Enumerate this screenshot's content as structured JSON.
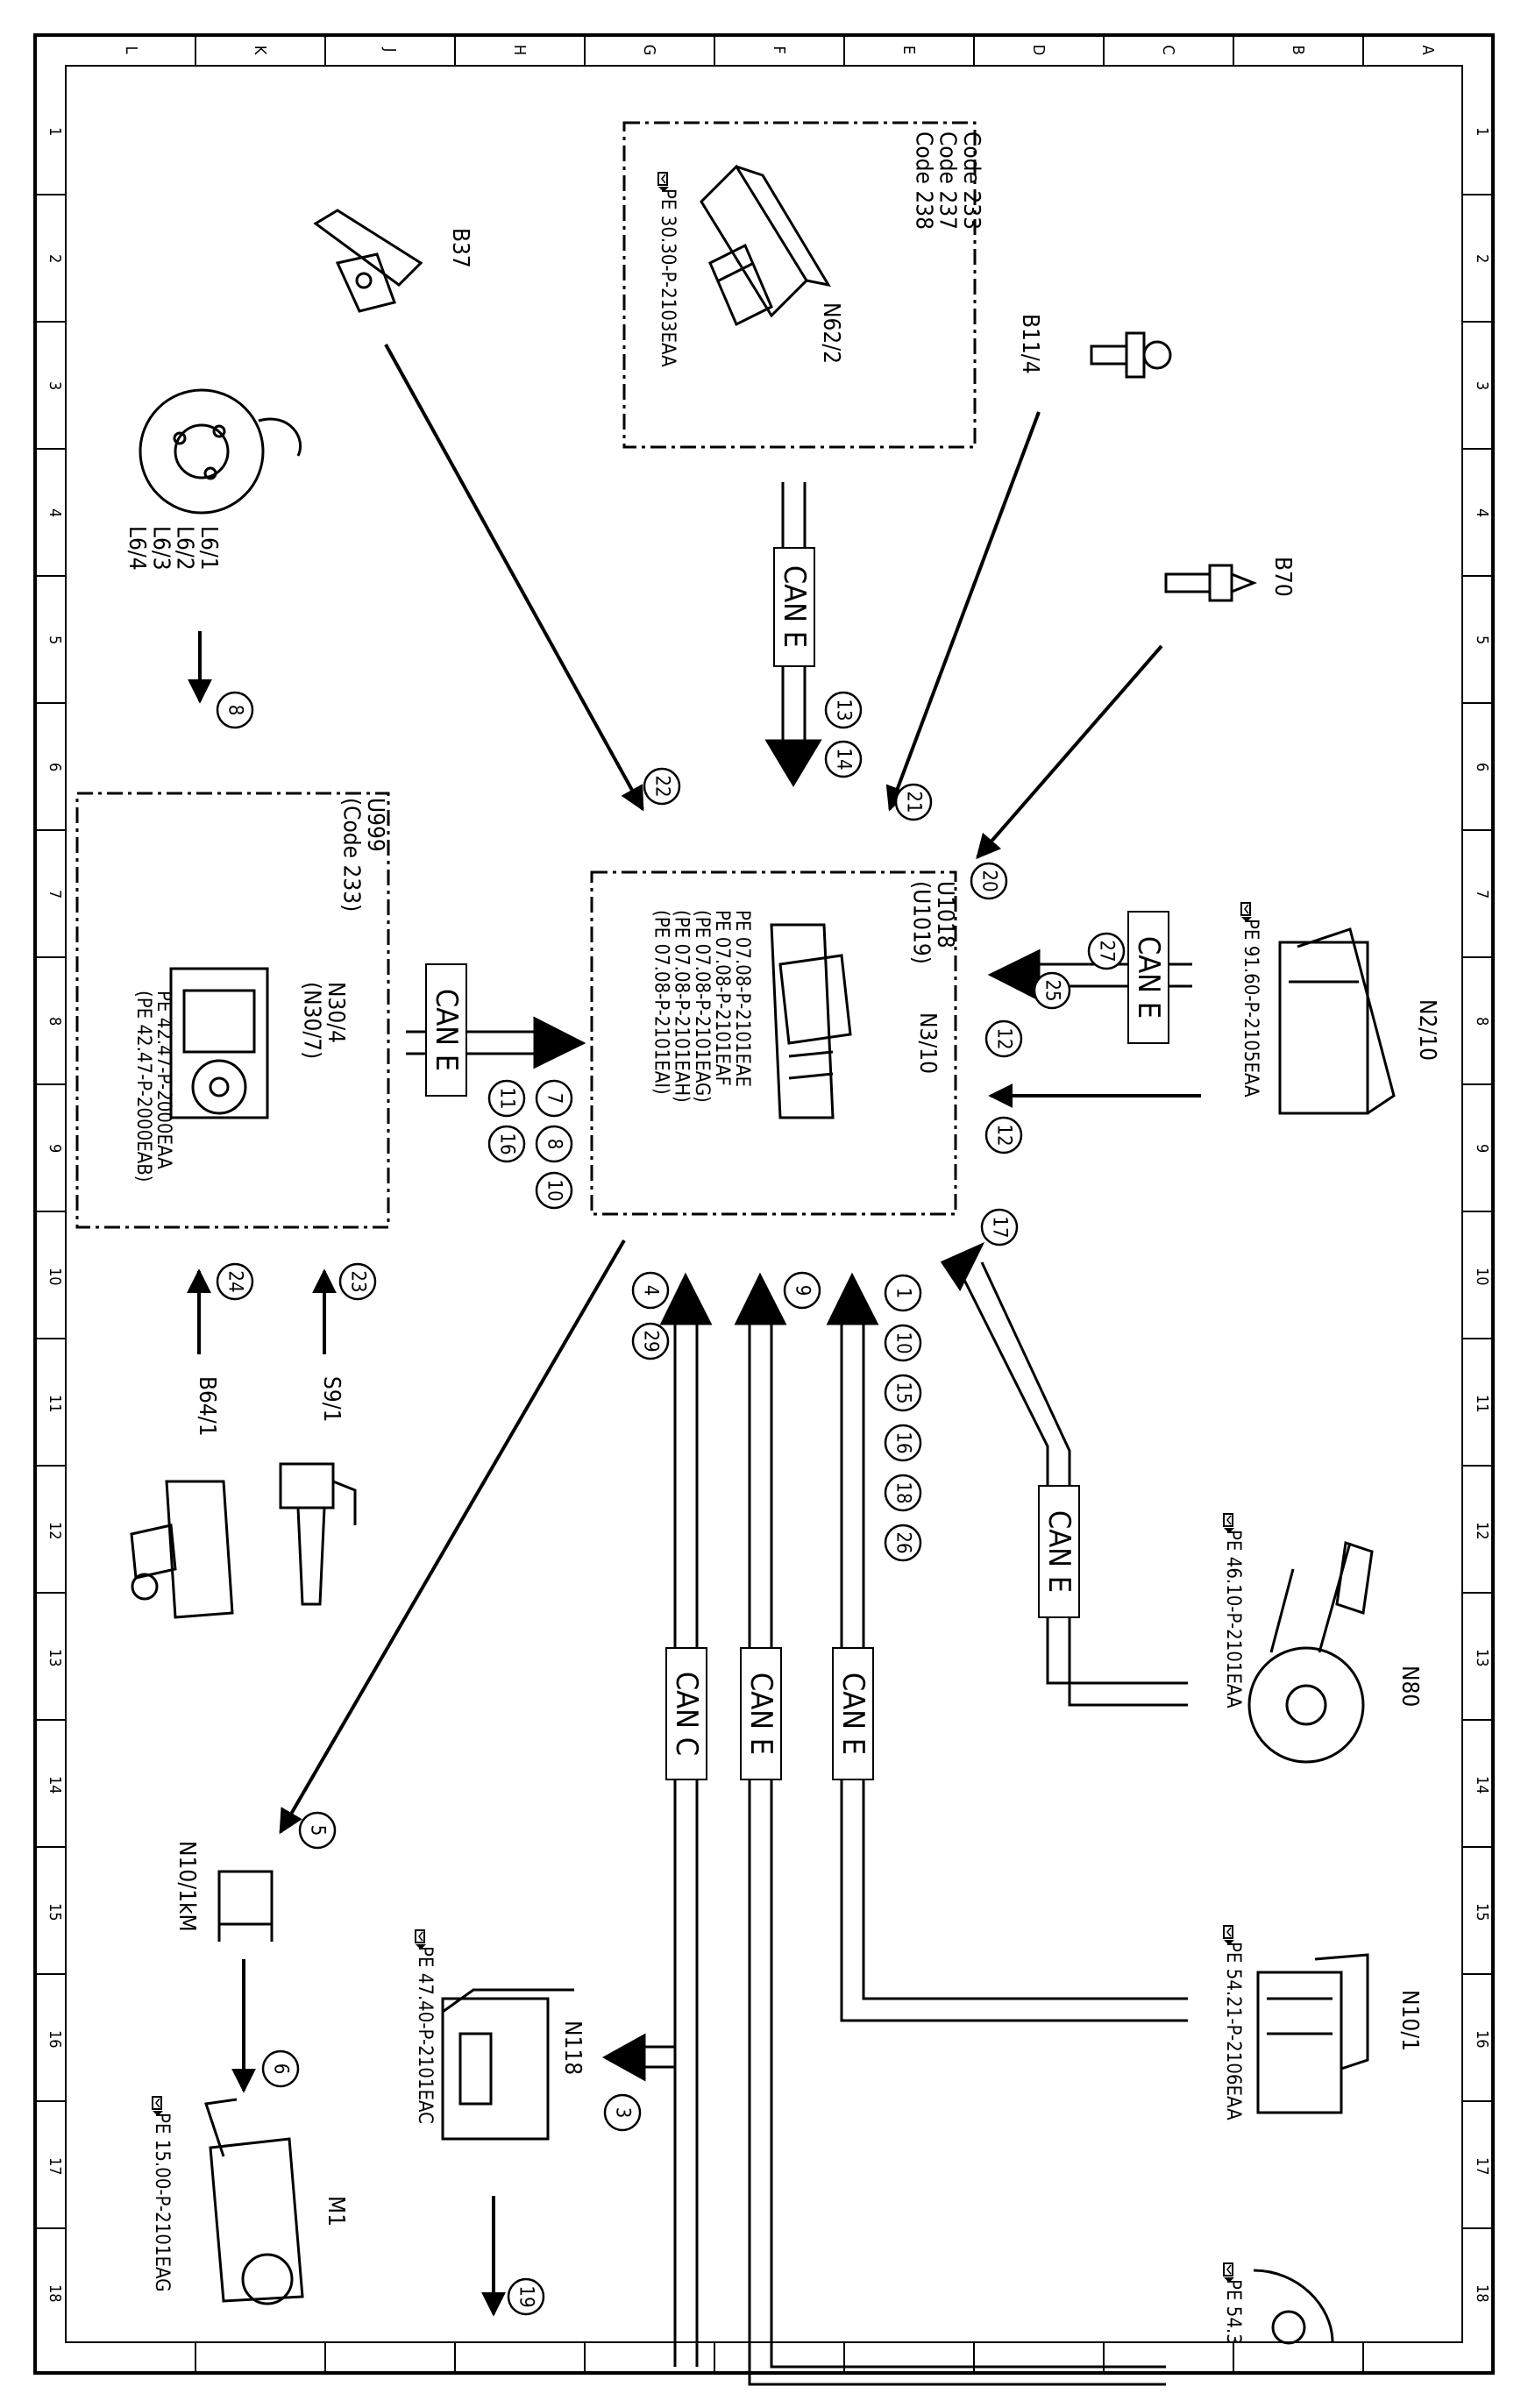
{
  "border": {
    "columns": [
      "L",
      "K",
      "J",
      "H",
      "G",
      "F",
      "E",
      "D",
      "C",
      "B",
      "A"
    ],
    "rows": [
      "1",
      "2",
      "3",
      "4",
      "5",
      "6",
      "7",
      "8",
      "9",
      "10",
      "11",
      "12",
      "13",
      "14",
      "15",
      "16",
      "17",
      "18"
    ]
  },
  "components": {
    "n62_2": {
      "code": "N62/2",
      "note": "Code 233\nCode 237\nCode 238",
      "ref": "PE 30.30-P-2103EAA"
    },
    "b37": {
      "code": "B37"
    },
    "b11_4": {
      "code": "B11/4"
    },
    "b70": {
      "code": "B70"
    },
    "l6": {
      "code": "L6/1\nL6/2\nL6/3\nL6/4"
    },
    "u999": {
      "code": "U999\n(Code 233)",
      "sub": "N30/4\n(N30/7)",
      "refs": "PE 42.47-P-2000EAA\n(PE 42.47-P-2000EAB)"
    },
    "n3_10": {
      "code": "U1018\n(U1019)",
      "sub": "N3/10",
      "refs": "PE 07.08-P-2101EAE\nPE 07.08-P-2101EAF\n(PE 07.08-P-2101EAG)\n(PE 07.08-P-2101EAH)\n(PE 07.08-P-2101EAI)"
    },
    "n2_10": {
      "code": "N2/10",
      "ref": "PE 91.60-P-2105EAA"
    },
    "s9_1": {
      "code": "S9/1"
    },
    "b64_1": {
      "code": "B64/1"
    },
    "n80": {
      "code": "N80",
      "ref": "PE 46.10-P-2101EAA"
    },
    "n10_1km": {
      "code": "N10/1kM"
    },
    "n118": {
      "code": "N118",
      "ref": "PE 47.40-P-2101EAC"
    },
    "n10_1": {
      "code": "N10/1",
      "ref": "PE 54.21-P-2106EAA"
    },
    "m1": {
      "code": "M1",
      "ref": "PE 15.00-P-2101EAG"
    },
    "partial_bottom_right": {
      "ref": "PE 54.3"
    }
  },
  "buses": {
    "can_e": "CAN E",
    "can_c": "CAN C"
  },
  "markers": {
    "m1": "1",
    "m3": "3",
    "m4": "4",
    "m5": "5",
    "m6": "6",
    "m7": "7",
    "m8a": "8",
    "m8b": "8",
    "m9": "9",
    "m10a": "10",
    "m10b": "10",
    "m11": "11",
    "m12a": "12",
    "m12b": "12",
    "m13": "13",
    "m14": "14",
    "m15": "15",
    "m16a": "16",
    "m16b": "16",
    "m17": "17",
    "m18": "18",
    "m19": "19",
    "m20": "20",
    "m21": "21",
    "m22": "22",
    "m23": "23",
    "m24": "24",
    "m25": "25",
    "m26": "26",
    "m27": "27",
    "m29": "29"
  },
  "colors": {
    "ink": "#000000",
    "paper": "#ffffff",
    "label_bg": "#ffffff"
  }
}
